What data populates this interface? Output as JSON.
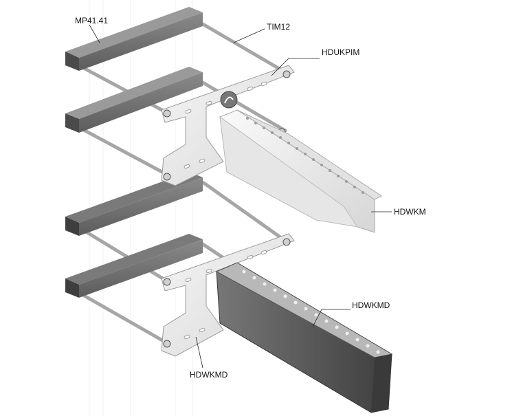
{
  "labels": {
    "channel": "MP41.41",
    "rod": "TIM12",
    "upper_bracket": "HDUKPIM",
    "upper_arm": "HDWKM",
    "lower_arm": "HDWKMD",
    "lower_bracket": "HDWKMD"
  },
  "colors": {
    "channel_top": "#6d6d6d",
    "channel_dark": "#4a4a4a",
    "rod": "#a9a9a9",
    "plate": "#e6e6e6",
    "plate_edge": "#9a9a9a",
    "arm_light": "#efefef",
    "arm_dark": "#5a5a5a",
    "leader": "#222222"
  }
}
